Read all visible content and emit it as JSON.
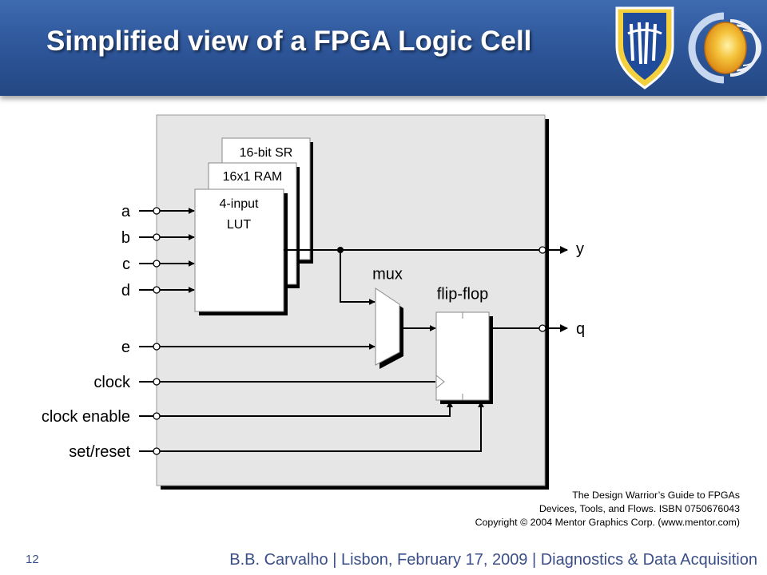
{
  "slide": {
    "title": "Simplified view of a FPGA Logic Cell",
    "slide_number": "12",
    "footer": "B.B. Carvalho | Lisbon, February 17, 2009 | Diagnostics & Data Acquisition",
    "logos": [
      "ist-shield-logo",
      "ipfn-sphere-logo"
    ],
    "colors": {
      "header": "#2c5497",
      "footer_text": "#3a4f88",
      "cell_fill": "#e6e6e6"
    }
  },
  "diagram": {
    "inputs": [
      "a",
      "b",
      "c",
      "d",
      "e",
      "clock",
      "clock enable",
      "set/reset"
    ],
    "outputs": [
      "y",
      "q"
    ],
    "blocks": {
      "sr": "16-bit SR",
      "ram": "16x1 RAM",
      "lut_line1": "4-input",
      "lut_line2": "LUT",
      "mux": "mux",
      "flipflop": "flip-flop"
    }
  },
  "credit": {
    "line1": "The Design Warrior’s Guide to FPGAs",
    "line2": "Devices, Tools, and Flows. ISBN 0750676043",
    "line3": "Copyright © 2004 Mentor Graphics Corp. (www.mentor.com)"
  }
}
